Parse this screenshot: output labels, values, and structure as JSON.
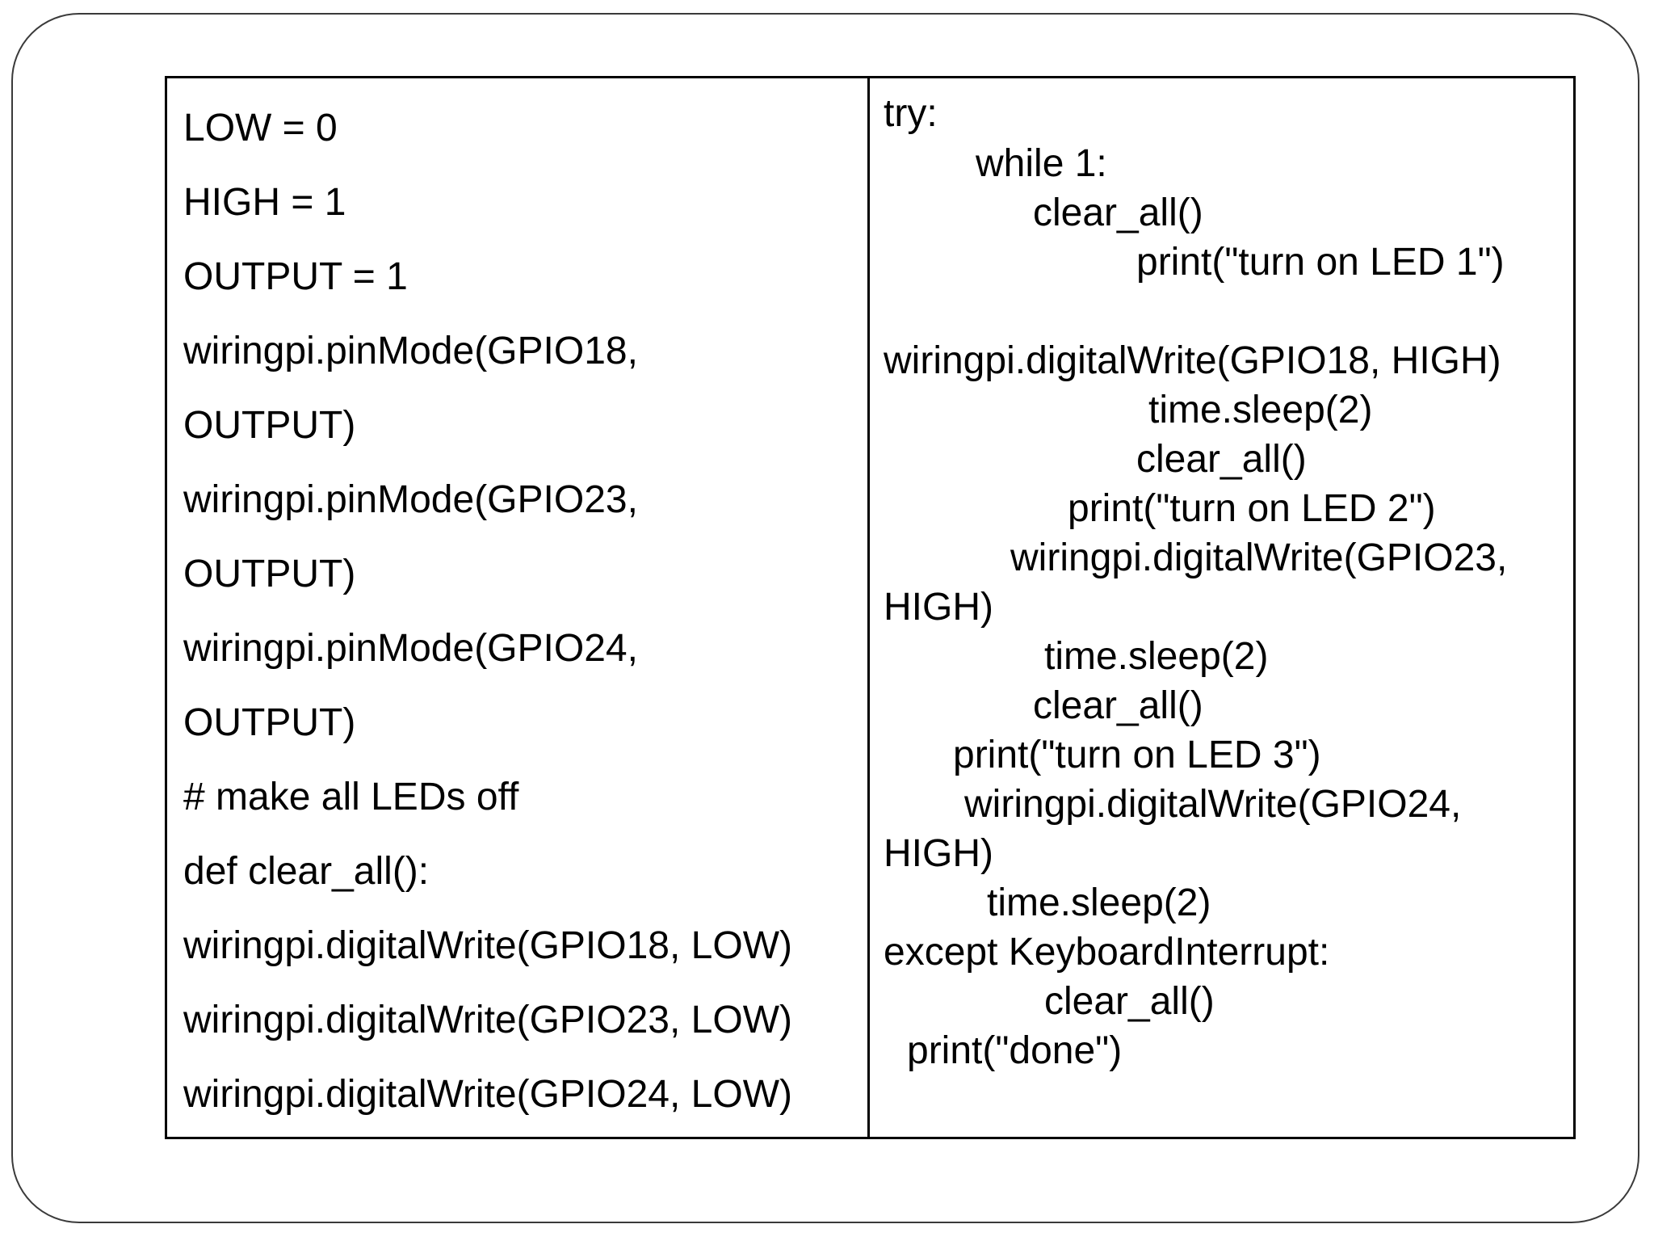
{
  "left_column": {
    "lines": [
      "LOW = 0",
      "HIGH = 1",
      "OUTPUT = 1",
      "wiringpi.pinMode(GPIO18,",
      "OUTPUT)",
      "wiringpi.pinMode(GPIO23,",
      "OUTPUT)",
      "wiringpi.pinMode(GPIO24,",
      "OUTPUT)",
      "# make all LEDs off",
      "def clear_all():",
      "wiringpi.digitalWrite(GPIO18, LOW)",
      "wiringpi.digitalWrite(GPIO23, LOW)",
      "wiringpi.digitalWrite(GPIO24, LOW)"
    ]
  },
  "right_column": {
    "lines": [
      "try:",
      "while 1:",
      "clear_all()",
      "print(\"turn on LED 1\")",
      "wiringpi.digitalWrite(GPIO18, HIGH)",
      "time.sleep(2)",
      "clear_all()",
      "print(\"turn on LED 2\")",
      "wiringpi.digitalWrite(GPIO23,",
      "HIGH)",
      "time.sleep(2)",
      "clear_all()",
      "print(\"turn on LED 3\")",
      "wiringpi.digitalWrite(GPIO24,",
      "HIGH)",
      "time.sleep(2)",
      "except KeyboardInterrupt:",
      "clear_all()",
      "print(\"done\")"
    ]
  }
}
